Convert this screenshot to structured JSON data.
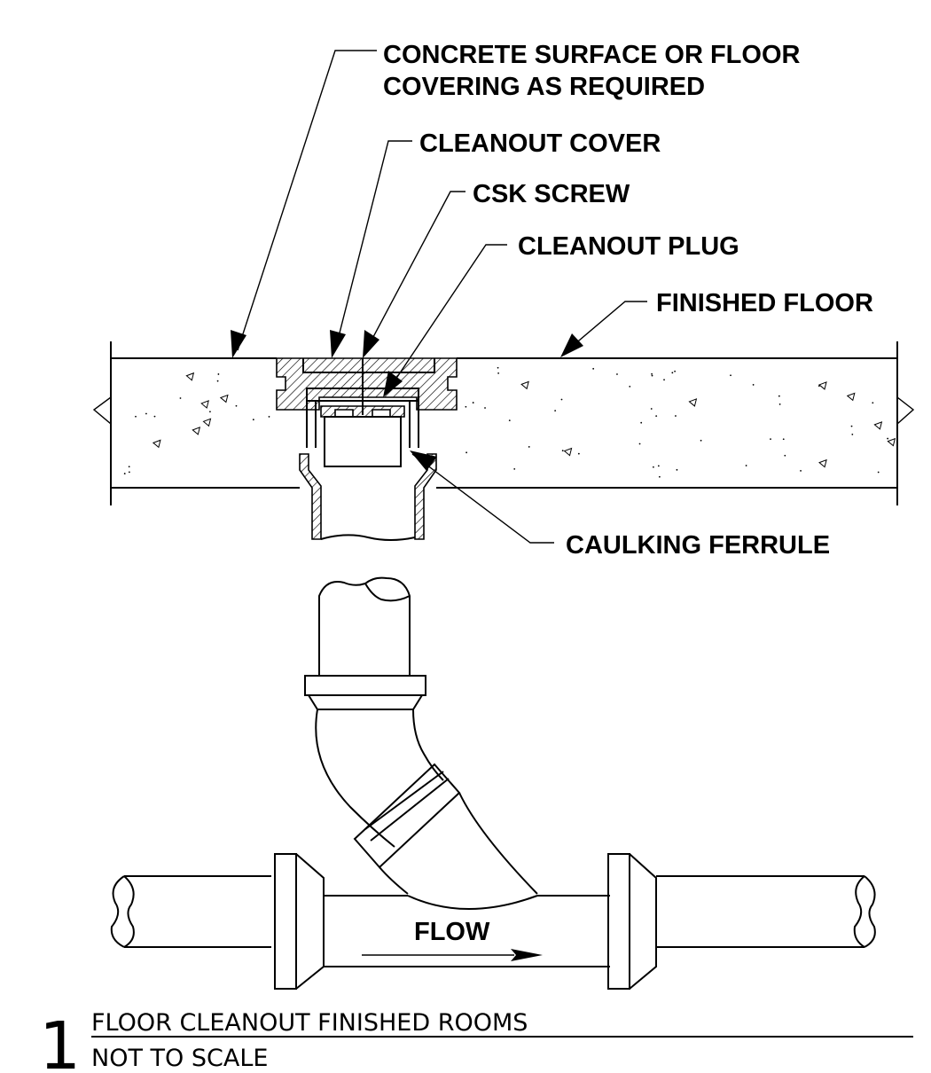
{
  "labels": {
    "concrete_surface_line1": "CONCRETE SURFACE OR FLOOR",
    "concrete_surface_line2": "COVERING AS REQUIRED",
    "cleanout_cover": "CLEANOUT COVER",
    "csk_screw": "CSK SCREW",
    "cleanout_plug": "CLEANOUT PLUG",
    "finished_floor": "FINISHED FLOOR",
    "caulking_ferrule": "CAULKING FERRULE",
    "flow": "FLOW"
  },
  "title_block": {
    "detail_number": "1",
    "title": "FLOOR CLEANOUT FINISHED ROOMS",
    "scale": "NOT TO SCALE"
  },
  "colors": {
    "ink": "#000000",
    "paper": "#ffffff"
  },
  "icons": {
    "leader": "arrowhead",
    "flow_direction": "flow-arrow"
  }
}
